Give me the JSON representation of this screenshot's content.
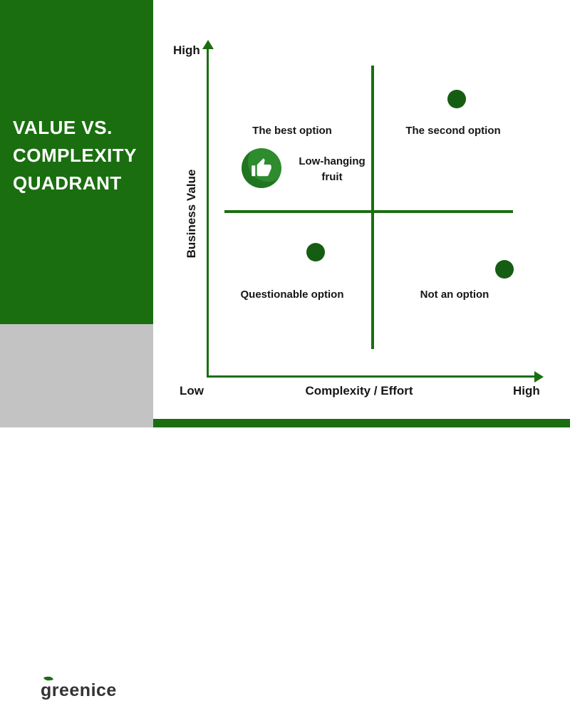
{
  "colors": {
    "brand_green": "#1b6e10",
    "dot_green": "#155d13",
    "badge_green": "#2e8b2e",
    "logo_box_gray": "#c3c3c3",
    "text_dark": "#161616"
  },
  "sidebar": {
    "title_lines": [
      "VALUE VS.",
      "COMPLEXITY",
      "QUADRANT"
    ]
  },
  "logo": {
    "text": "greenice"
  },
  "chart": {
    "y_axis": {
      "top_label": "High",
      "title": "Business Value"
    },
    "x_axis": {
      "left_label": "Low",
      "title": "Complexity / Effort",
      "right_label": "High"
    },
    "quadrants": {
      "top_left": {
        "label": "The best option"
      },
      "top_right": {
        "label": "The second option"
      },
      "bottom_left": {
        "label": "Questionable option"
      },
      "bottom_right": {
        "label": "Not an option"
      }
    },
    "badge": {
      "icon": "thumbs-up-icon",
      "caption_line1": "Low-hanging",
      "caption_line2": "fruit"
    }
  }
}
